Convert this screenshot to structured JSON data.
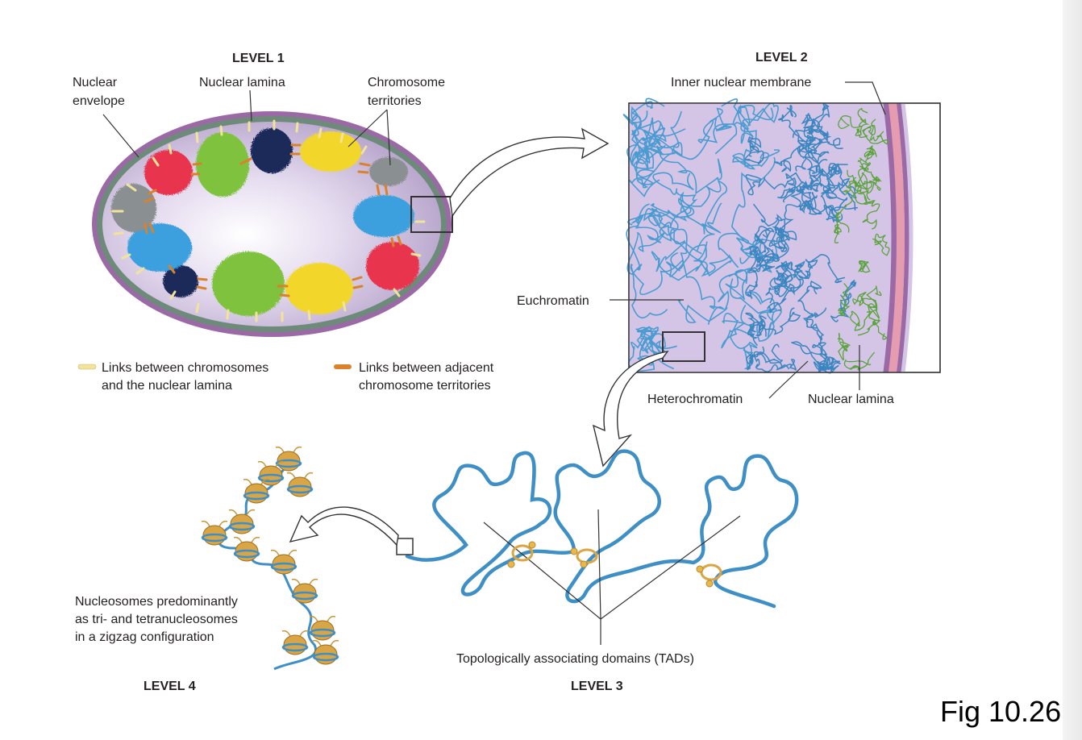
{
  "level1": {
    "title": "LEVEL 1",
    "labels": {
      "nuclear_envelope_line1": "Nuclear",
      "nuclear_envelope_line2": "envelope",
      "nuclear_lamina": "Nuclear lamina",
      "chromosome_territories_line1": "Chromosome",
      "chromosome_territories_line2": "territories"
    },
    "legend": {
      "lamina_links_line1": "Links between chromosomes",
      "lamina_links_line2": "and the nuclear lamina",
      "adjacent_links_line1": "Links between adjacent",
      "adjacent_links_line2": "chromosome territories"
    }
  },
  "level2": {
    "title": "LEVEL 2",
    "labels": {
      "inner_nuclear_membrane": "Inner nuclear membrane",
      "euchromatin": "Euchromatin",
      "heterochromatin": "Heterochromatin",
      "nuclear_lamina": "Nuclear lamina"
    }
  },
  "level3": {
    "title": "LEVEL 3",
    "labels": {
      "tads": "Topologically associating domains (TADs)"
    }
  },
  "level4": {
    "title": "LEVEL 4",
    "labels": {
      "nucleosomes_line1": "Nucleosomes predominantly",
      "nucleosomes_line2": "as tri- and tetranucleosomes",
      "nucleosomes_line3": "in a zigzag configuration"
    }
  },
  "figure_number": "Fig 10.26",
  "colors": {
    "envelope": "#a97bb5",
    "nucleoplasm": "#d9cde6",
    "chromatin_blue": "#4a9bd1",
    "lamina_green": "#5aa33c",
    "membrane_pink": "#e59bb0",
    "lamina_link": "#f2e39a",
    "adjacent_link": "#d9822b",
    "territory_red": "#e8344e",
    "territory_green": "#7ec23e",
    "territory_navy": "#1e2a5a",
    "territory_yellow": "#f2d72c",
    "territory_gray": "#8a8f92",
    "territory_blue": "#3aa0dd",
    "nucleosome_gold": "#d9a545"
  }
}
